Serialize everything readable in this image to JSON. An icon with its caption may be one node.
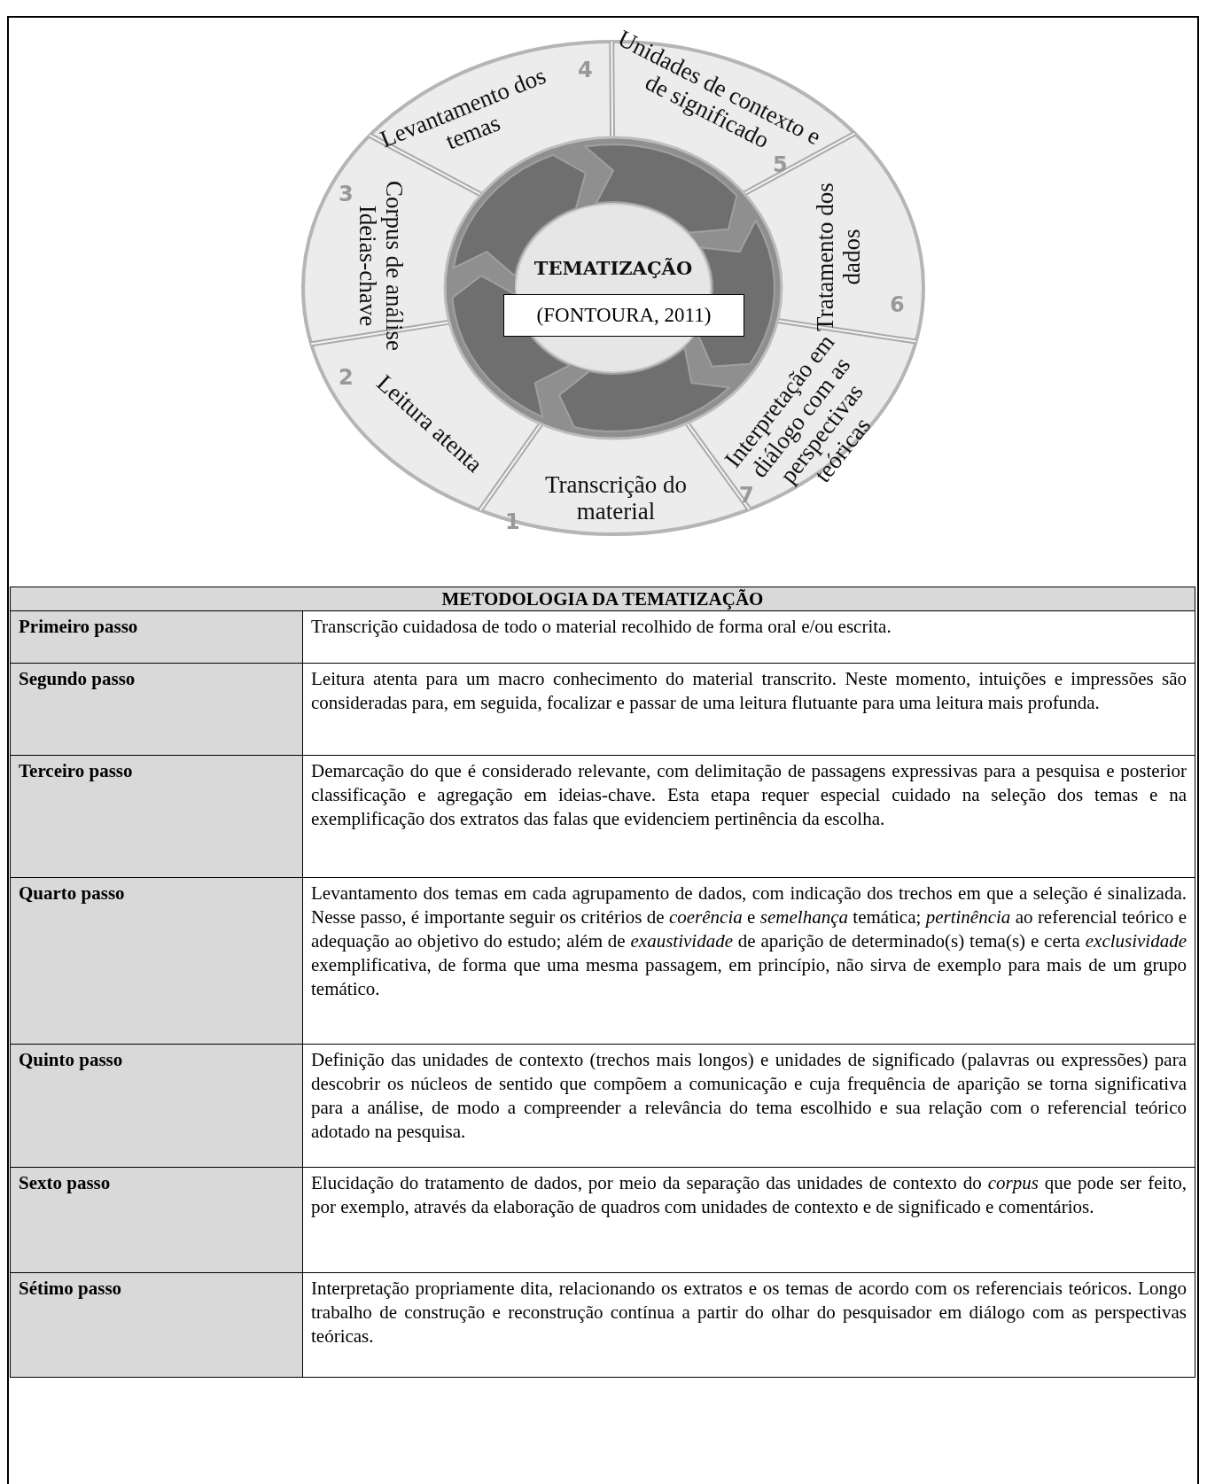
{
  "diagram": {
    "nodes": [
      {
        "text": [
          "Transcrição do material"
        ],
        "beside": [
          "1"
        ]
      },
      {
        "text": [
          "Leitura atenta"
        ],
        "beside": [
          "2"
        ]
      },
      {
        "text": [
          "Corpus de análise Ideias-chave"
        ],
        "beside": [
          "3"
        ]
      },
      {
        "text": [
          "Levantamento dos temas"
        ],
        "beside": [
          "4"
        ]
      },
      {
        "text": [
          "Unidades de contexto e de significado"
        ],
        "beside": [
          "5"
        ]
      },
      {
        "text": [
          "Tratamento dos dados"
        ],
        "beside": [
          "6"
        ]
      },
      {
        "text": [
          "Interpretação em diálogo com as perspectivas teóricas"
        ],
        "beside": [
          "7"
        ]
      },
      {
        "text": [
          "TEMATIZAÇÃO"
        ]
      },
      {
        "text": [
          "(FONTOURA, 2011)"
        ]
      }
    ],
    "edges": [],
    "labels": [
      "METODOLOGIA DA TEMATIZAÇÃO",
      "Primeiro passo",
      "Transcrição cuidadosa de todo o material recolhido de forma oral e/ou escrita.",
      "Segundo passo",
      "Leitura atenta para um macro conhecimento do material transcrito. Neste momento, intuições e impressões são consideradas para, em seguida, focalizar e passar de uma leitura flutuante para uma leitura mais profunda.",
      "Terceiro passo",
      "Demarcação do que é considerado relevante, com delimitação de passagens expressivas para a pesquisa e posterior classificação e agregação em ideias-chave. Esta etapa requer especial cuidado na seleção dos temas e na exemplificação dos extratos das falas que evidenciem pertinência da escolha.",
      "Quarto passo",
      "Levantamento dos temas em cada agrupamento de dados, com indicação dos trechos em que a seleção é sinalizada. Nesse passo, é importante seguir os critérios de *coerência* e *semelhança* temática; *pertinência* ao referencial teórico e adequação ao objetivo do estudo; além de *exaustividade* de aparição de determinado(s) tema(s) e certa *exclusividade* exemplificativa, de forma que uma mesma passagem, em princípio, não sirva de exemplo para mais de um grupo temático.",
      "Quinto passo",
      "Definição das unidades de contexto (trechos mais longos) e unidades de significado (palavras ou expressões) para descobrir os núcleos de sentido que compõem a comunicação e cuja frequência de aparição se torna significativa para a análise, de modo a compreender a relevância do tema escolhido e sua relação com o referencial teórico adotado na pesquisa.",
      "Sexto passo",
      "Elucidação do tratamento de dados, por meio da separação das unidades de contexto do *corpus* que pode ser feito, por exemplo, através da elaboração de quadros com unidades de contexto e de significado e comentários.",
      "Sétimo passo",
      "Interpretação propriamente dita, relacionando os extratos e os temas de acordo com os referenciais teóricos. Longo trabalho de construção e reconstrução contínua a partir do olhar do pesquisador em diálogo com as perspectivas teóricas."
    ]
  }
}
